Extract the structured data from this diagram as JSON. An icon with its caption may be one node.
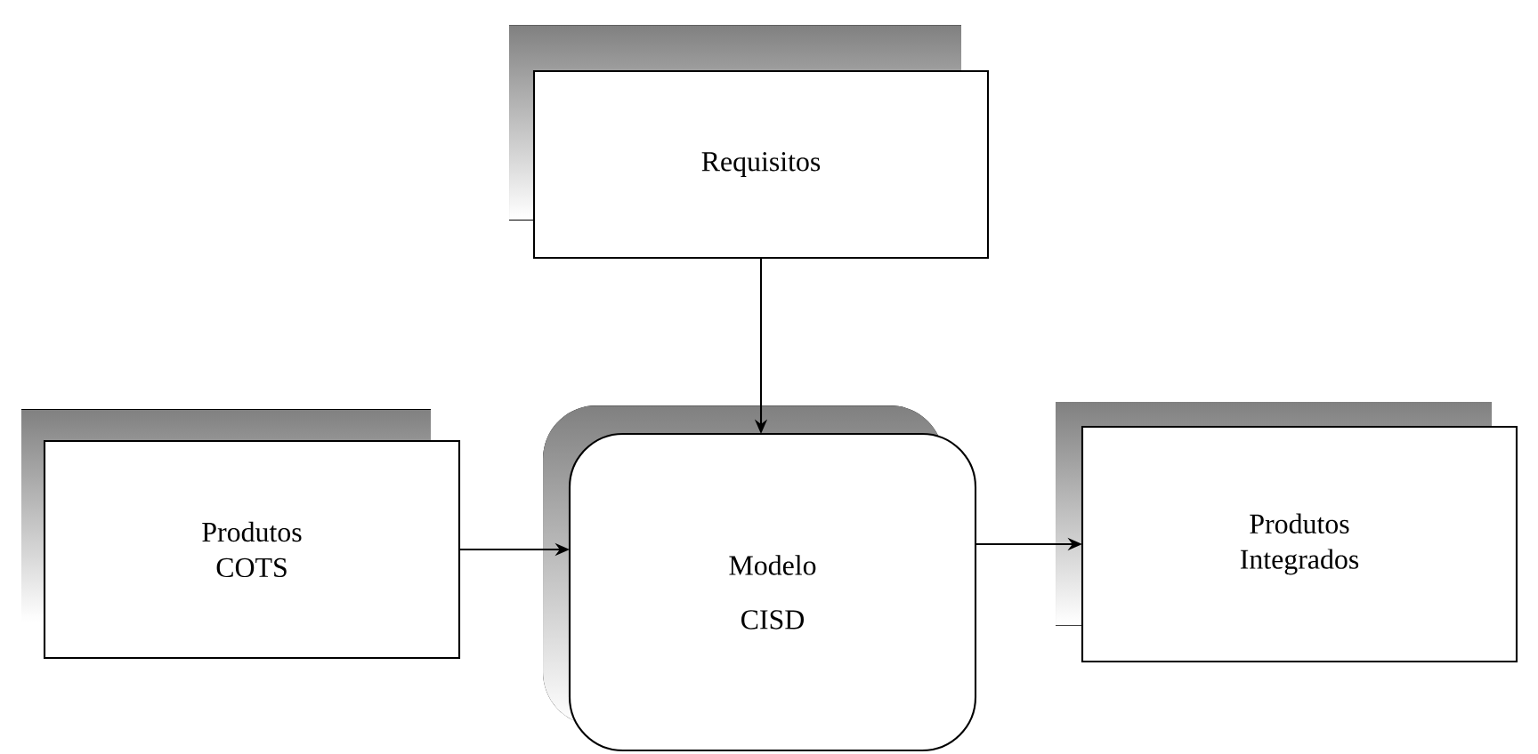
{
  "diagram": {
    "nodes": [
      {
        "text": [
          "Requisitos"
        ]
      },
      {
        "text": [
          "Produtos COTS"
        ]
      },
      {
        "text": [
          "Modelo CISD"
        ]
      },
      {
        "text": [
          "Produtos Integrados"
        ]
      }
    ],
    "edges": [
      {
        "from": 0,
        "to": 2,
        "arrow": "to"
      },
      {
        "from": 1,
        "to": 2,
        "arrow": "to"
      },
      {
        "from": 2,
        "to": 3,
        "arrow": "to"
      }
    ]
  }
}
